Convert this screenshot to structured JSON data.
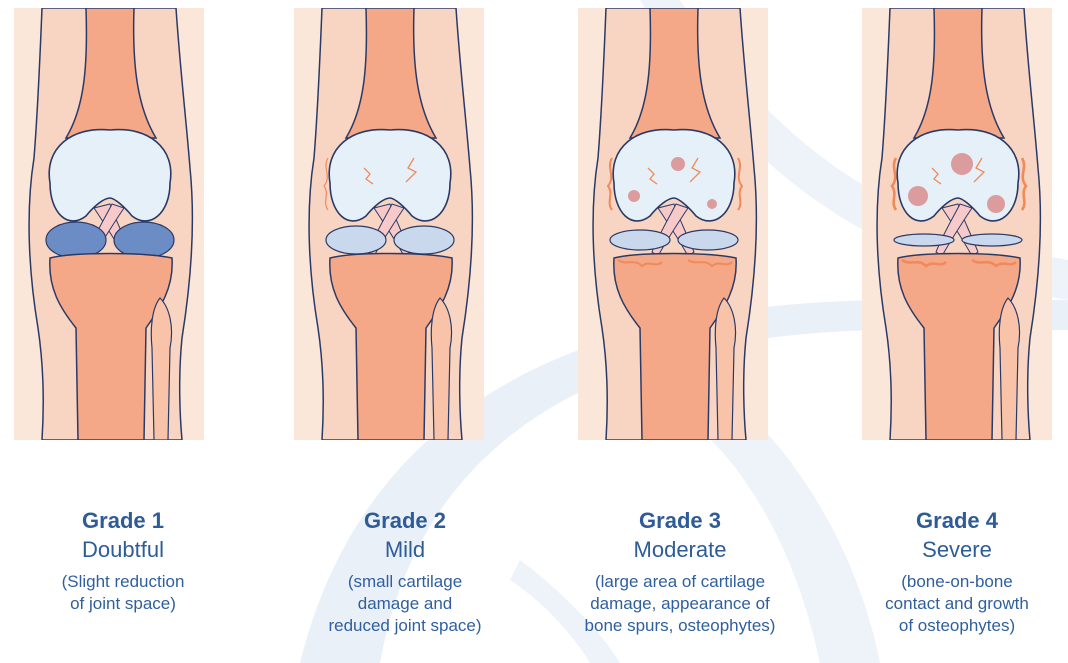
{
  "colors": {
    "skin": "#f8d5c2",
    "skin_edge": "#fbe6da",
    "bone": "#f5a888",
    "bone_light": "#f9c3a9",
    "cartilage": "#e6f0f8",
    "meniscus": "#6b8cc4",
    "ligament": "#f7c9c9",
    "outline": "#2a3a66",
    "spur": "#f08a5a",
    "lesion": "#d98c8c",
    "text": "#2e5c96",
    "watermark": "#e8eff8"
  },
  "grades": [
    {
      "title": "Grade 1",
      "severity": "Doubtful",
      "description": [
        "(Slight reduction",
        "of joint space)"
      ],
      "icon": "knee-grade-1-icon"
    },
    {
      "title": "Grade 2",
      "severity": "Mild",
      "description": [
        "(small cartilage",
        "damage and",
        "reduced joint space)"
      ],
      "icon": "knee-grade-2-icon"
    },
    {
      "title": "Grade 3",
      "severity": "Moderate",
      "description": [
        "(large area of cartilage",
        "damage, appearance of",
        "bone spurs, osteophytes)"
      ],
      "icon": "knee-grade-3-icon"
    },
    {
      "title": "Grade 4",
      "severity": "Severe",
      "description": [
        "(bone-on-bone",
        "contact and growth",
        "of osteophytes)"
      ],
      "icon": "knee-grade-4-icon"
    }
  ]
}
